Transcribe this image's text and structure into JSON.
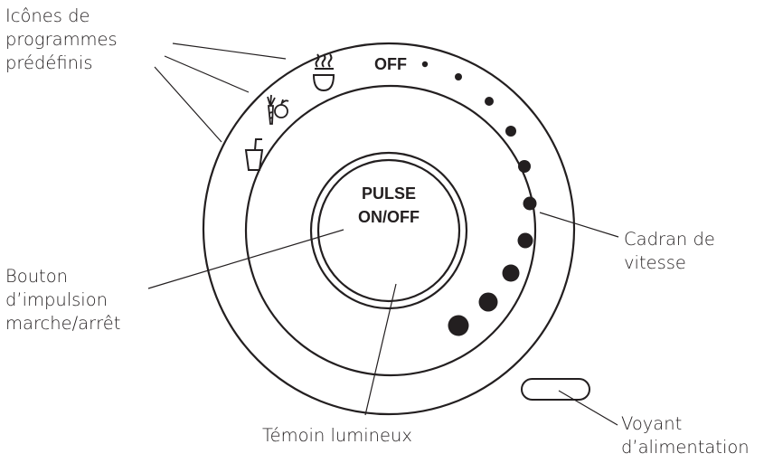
{
  "labels": {
    "preset_icons": [
      "Icônes de",
      "programmes",
      "prédéfinis"
    ],
    "pulse_button": [
      "Bouton",
      "d’impulsion",
      "marche/arrêt"
    ],
    "indicator_light": "Témoin lumineux",
    "speed_dial": [
      "Cadran de",
      "vitesse"
    ],
    "power_light": [
      "Voyant",
      "d’alimentation"
    ]
  },
  "dial": {
    "off_label": "OFF",
    "center_line1": "PULSE",
    "center_line2": "ON/OFF",
    "speed_dot_count": 10
  },
  "icons": [
    "smoothie-cup-icon",
    "vegetable-fruit-icon",
    "hot-soup-icon"
  ],
  "colors": {
    "ink": "#231f20",
    "background": "#ffffff"
  }
}
